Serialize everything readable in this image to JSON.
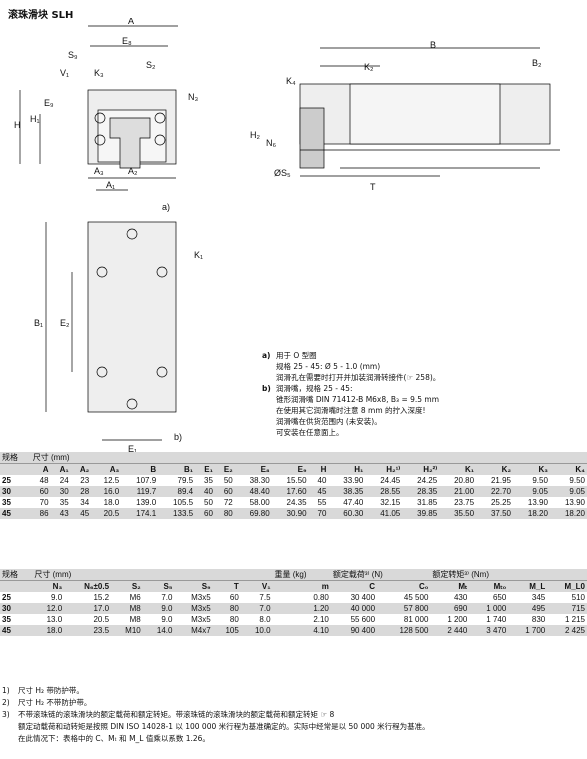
{
  "title": "滚珠滑块 SLH",
  "figure_labels": {
    "A": "A",
    "E8": "E₈",
    "S9": "S₉",
    "V1": "V₁",
    "K3": "K₃",
    "S2": "S₂",
    "N3": "N₃",
    "E9": "E₉",
    "H": "H",
    "H1": "H₁",
    "A3": "A₃",
    "A2": "A₂",
    "A1": "A₁",
    "B": "B",
    "K2": "K₂",
    "B2": "B₂",
    "K4": "K₄",
    "H2": "H₂",
    "N6": "N₆",
    "S5": "ØS₅",
    "T": "T",
    "a": "a)",
    "b": "b)",
    "K1": "K₁",
    "B1": "B₁",
    "E2": "E₂",
    "E1": "E₁"
  },
  "notes": {
    "a_key": "a)",
    "a_lines": [
      "用于 O 型圈",
      "规格 25 - 45: Ø 5 - 1.0 (mm)",
      "润滑孔在需要时打开并加装润滑转接件(☞ 258)。"
    ],
    "b_key": "b)",
    "b_lines": [
      "润滑嘴，规格 25 - 45:",
      "锥形润滑嘴 DIN 71412-B M6x8, B₃ = 9.5 mm",
      "在使用其它润滑嘴时注意 8 mm 的拧入深度!",
      "润滑嘴在供货范围内 (未安装)。",
      "可安装在任意面上。"
    ]
  },
  "table1": {
    "size_label": "规格",
    "dim_label": "尺寸 (mm)",
    "columns": [
      "A",
      "A₁",
      "A₂",
      "A₃",
      "B",
      "B₁",
      "E₁",
      "E₂",
      "E₈",
      "E₉",
      "H",
      "H₁",
      "H₂¹⁾",
      "H₂²⁾",
      "K₁",
      "K₂",
      "K₃",
      "K₄"
    ],
    "rows": [
      [
        "25",
        "48",
        "24",
        "23",
        "12.5",
        "107.9",
        "79.5",
        "35",
        "50",
        "38.30",
        "15.50",
        "40",
        "33.90",
        "24.45",
        "24.25",
        "20.80",
        "21.95",
        "9.50",
        "9.50"
      ],
      [
        "30",
        "60",
        "30",
        "28",
        "16.0",
        "119.7",
        "89.4",
        "40",
        "60",
        "48.40",
        "17.60",
        "45",
        "38.35",
        "28.55",
        "28.35",
        "21.00",
        "22.70",
        "9.05",
        "9.05"
      ],
      [
        "35",
        "70",
        "35",
        "34",
        "18.0",
        "139.0",
        "105.5",
        "50",
        "72",
        "58.00",
        "24.35",
        "55",
        "47.40",
        "32.15",
        "31.85",
        "23.75",
        "25.25",
        "13.90",
        "13.90"
      ],
      [
        "45",
        "86",
        "43",
        "45",
        "20.5",
        "174.1",
        "133.5",
        "60",
        "80",
        "69.80",
        "30.90",
        "70",
        "60.30",
        "41.05",
        "39.85",
        "35.50",
        "37.50",
        "18.20",
        "18.20"
      ]
    ]
  },
  "table2": {
    "size_label": "规格",
    "dim_label": "尺寸 (mm)",
    "weight_label": "重量 (kg)",
    "load_label": "额定载荷³⁾ (N)",
    "moment_label": "额定转矩³⁾ (Nm)",
    "columns": [
      "N₃",
      "N₆±0.5",
      "S₂",
      "S₅",
      "S₉",
      "T",
      "V₁",
      "m",
      "C",
      "C₀",
      "Mₜ",
      "Mₜ₀",
      "M_L",
      "M_L0"
    ],
    "rows": [
      [
        "25",
        "9.0",
        "15.2",
        "M6",
        "7.0",
        "M3x5",
        "60",
        "7.5",
        "0.80",
        "30 400",
        "45 500",
        "430",
        "650",
        "345",
        "510"
      ],
      [
        "30",
        "12.0",
        "17.0",
        "M8",
        "9.0",
        "M3x5",
        "80",
        "7.0",
        "1.20",
        "40 000",
        "57 800",
        "690",
        "1 000",
        "495",
        "715"
      ],
      [
        "35",
        "13.0",
        "20.5",
        "M8",
        "9.0",
        "M3x5",
        "80",
        "8.0",
        "2.10",
        "55 600",
        "81 000",
        "1 200",
        "1 740",
        "830",
        "1 215"
      ],
      [
        "45",
        "18.0",
        "23.5",
        "M10",
        "14.0",
        "M4x7",
        "105",
        "10.0",
        "4.10",
        "90 400",
        "128 500",
        "2 440",
        "3 470",
        "1 700",
        "2 425"
      ]
    ]
  },
  "footnotes": [
    {
      "k": "1)",
      "t": "尺寸 H₂ 带防护带。"
    },
    {
      "k": "2)",
      "t": "尺寸 H₂ 不带防护带。"
    },
    {
      "k": "3)",
      "t": "不带滚珠链的滚珠滑块的额定载荷和额定转矩。带滚珠链的滚珠滑块的额定载荷和额定转矩 ☞ 8"
    },
    {
      "k": "",
      "t": "额定动载荷和动转矩是按照 DIN ISO 14028-1 以 100 000 米行程为基准确定的。实际中经常是以 50 000 米行程为基准。"
    },
    {
      "k": "",
      "t": "在此情况下：表格中的 C、Mₜ 和 M_L 值乘以系数 1.26。"
    }
  ]
}
